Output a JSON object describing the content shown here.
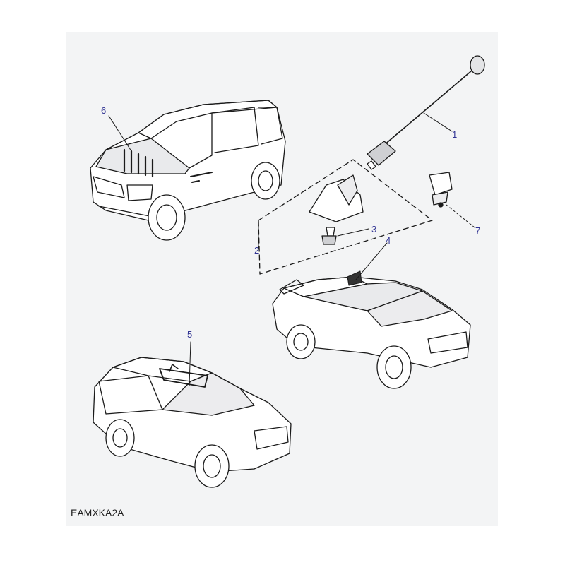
{
  "diagram_code": "EAMXKA2A",
  "callouts": {
    "c1": "1",
    "c2": "2",
    "c3": "3",
    "c4": "4",
    "c5": "5",
    "c6": "6",
    "c7": "7"
  },
  "colors": {
    "callout": "#2e3192",
    "line": "#1a1a1a",
    "panel": "#f3f4f5"
  }
}
